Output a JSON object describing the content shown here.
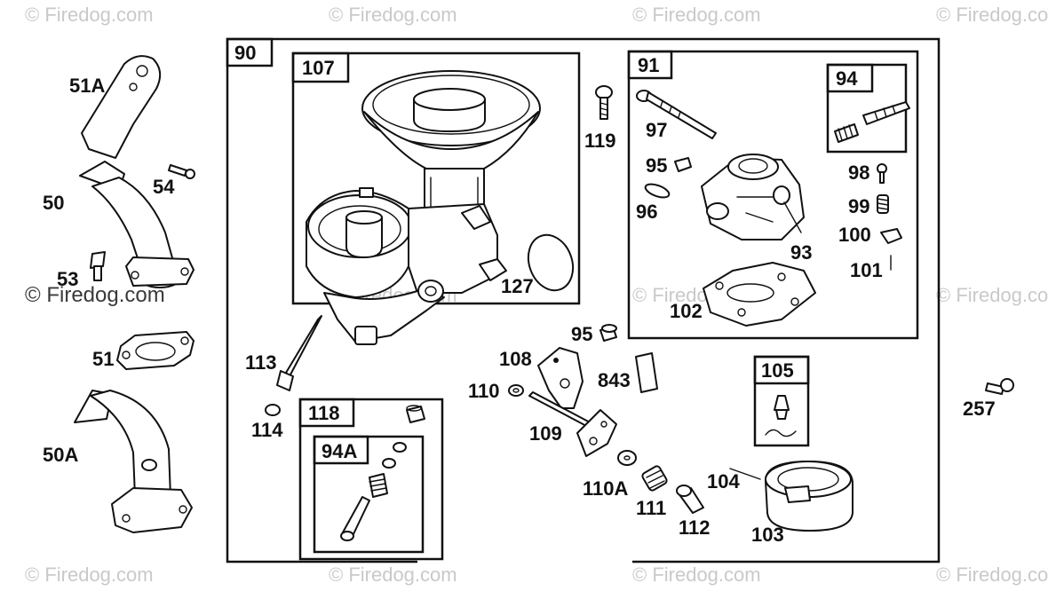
{
  "watermark": "© Firedog.com",
  "watermark_prominent": "© Firedog.com",
  "groups": {
    "g90": "90",
    "g107": "107",
    "g91": "91",
    "g94": "94",
    "g118": "118",
    "g94a": "94A",
    "g105": "105"
  },
  "parts": {
    "p51a": "51A",
    "p54": "54",
    "p50": "50",
    "p53": "53",
    "p51": "51",
    "p50a": "50A",
    "p119": "119",
    "p97": "97",
    "p95a": "95",
    "p96": "96",
    "p98": "98",
    "p99": "99",
    "p100": "100",
    "p93": "93",
    "p101": "101",
    "p102": "102",
    "p127": "127",
    "p113": "113",
    "p114": "114",
    "p95b": "95",
    "p108": "108",
    "p110": "110",
    "p843": "843",
    "p109": "109",
    "p110a": "110A",
    "p111": "111",
    "p112": "112",
    "p104": "104",
    "p103": "103",
    "p257": "257"
  }
}
